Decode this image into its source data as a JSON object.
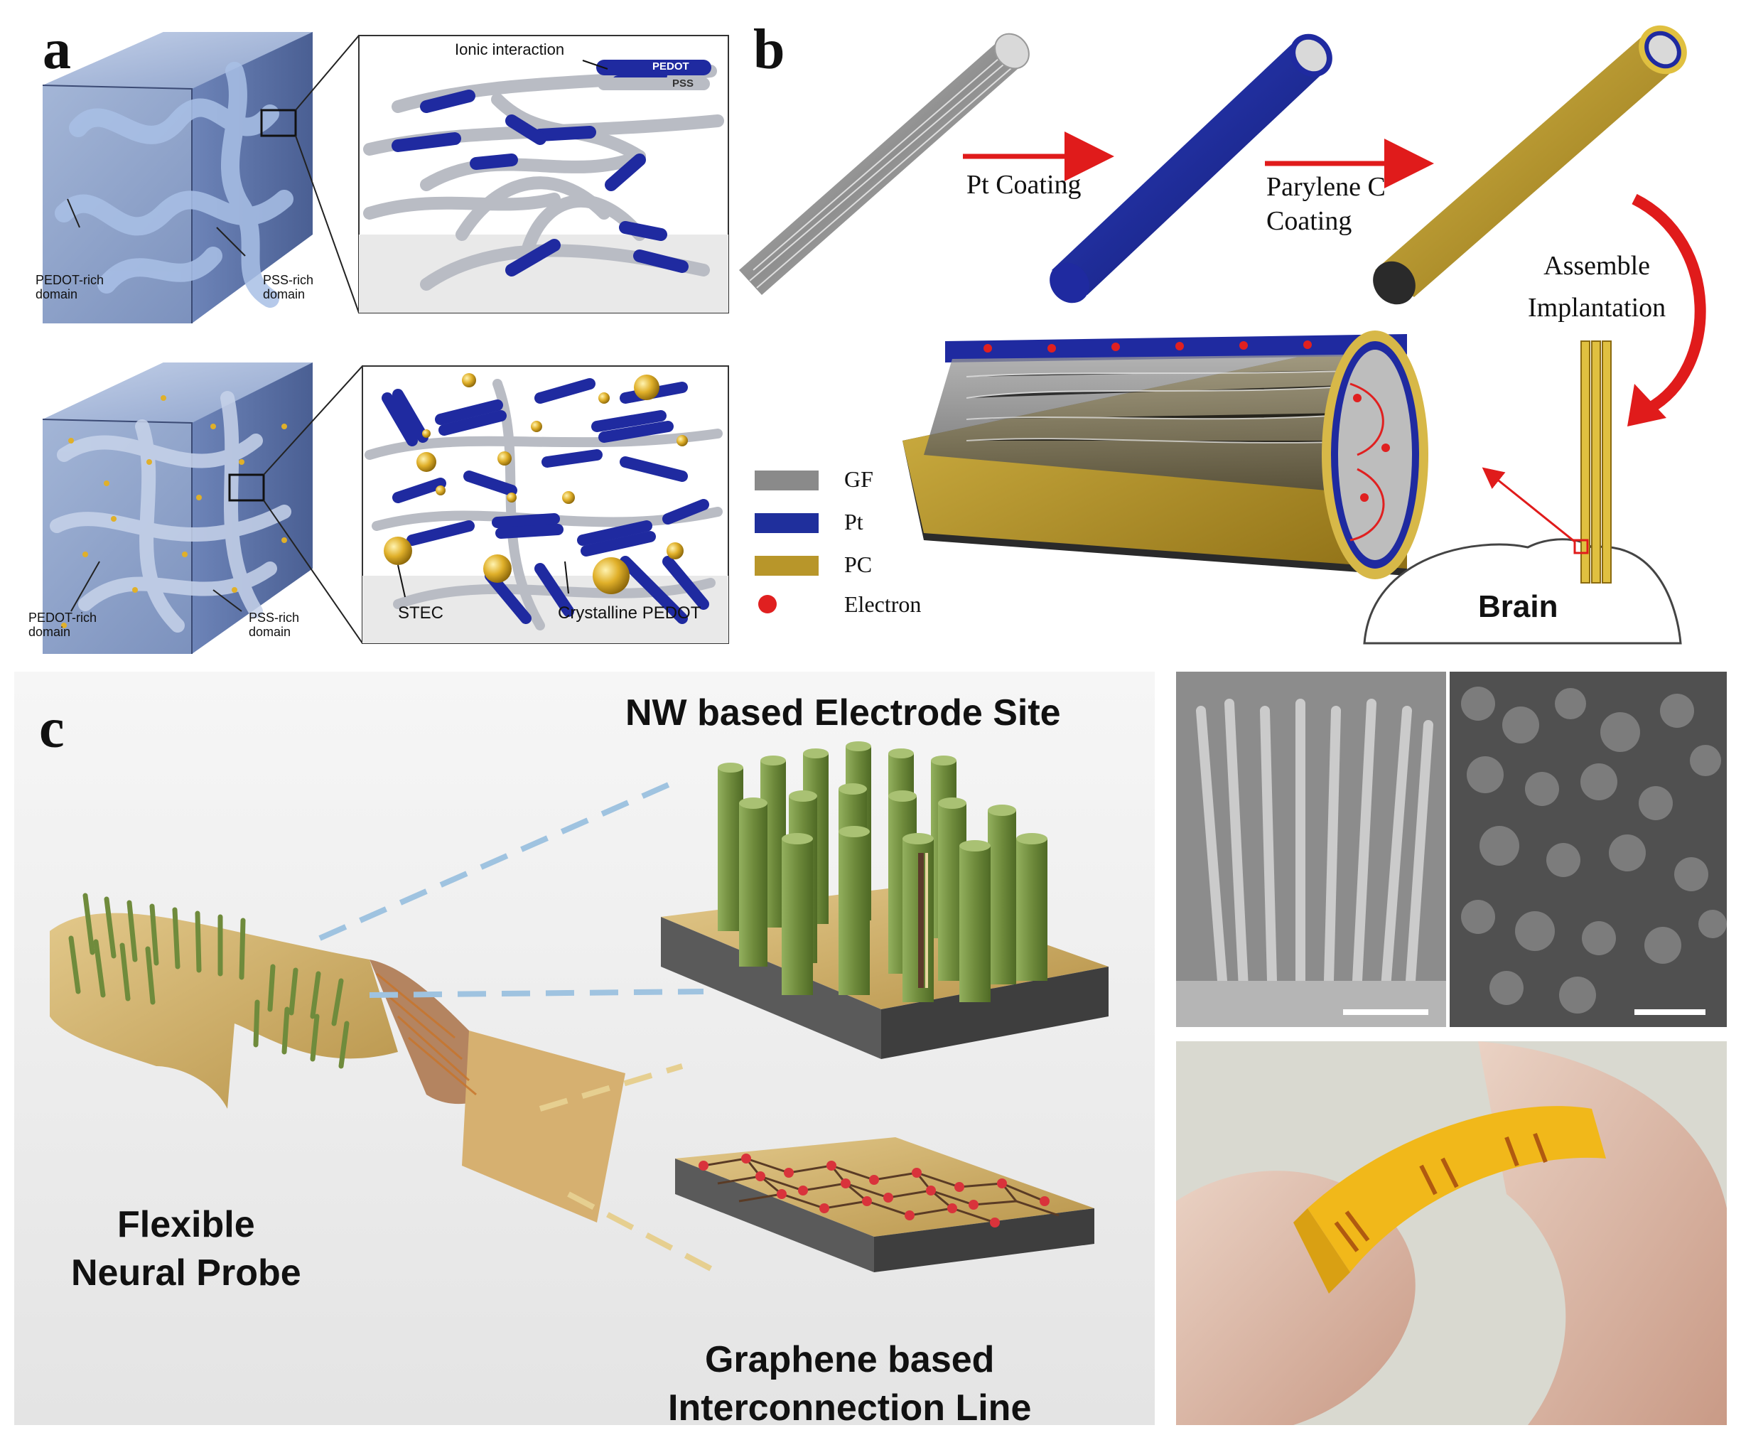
{
  "panel_labels": {
    "a": "a",
    "b": "b",
    "c": "c"
  },
  "panel_a": {
    "ionic_interaction": "Ionic interaction",
    "pedot_tag": "PEDOT",
    "pss_tag": "PSS",
    "top_cube": {
      "pedot_domain": "PEDOT-rich\ndomain",
      "pss_domain": "PSS-rich\ndomain"
    },
    "bottom_cube": {
      "pedot_domain": "PEDOT-rich\ndomain",
      "pss_domain": "PSS-rich\ndomain"
    },
    "stec": "STEC",
    "crystalline_pedot": "Crystalline PEDOT"
  },
  "panel_b": {
    "step1": "Pt Coating",
    "step2": "Parylene C\nCoating",
    "step3": "Assemble\nImplantation",
    "brain": "Brain",
    "legend": [
      {
        "label": "GF",
        "color": "#8a8a8a"
      },
      {
        "label": "Pt",
        "color": "#1f2f9c"
      },
      {
        "label": "PC",
        "color": "#b8962a"
      },
      {
        "label": "Electron",
        "color": "#e02020"
      }
    ]
  },
  "panel_c": {
    "nw_title": "NW based Electrode Site",
    "probe_label": "Flexible\nNeural Probe",
    "graphene_label": "Graphene based\nInterconnection Line"
  },
  "colors": {
    "pedot_blue": "#1f2aa0",
    "pss_gray": "#b9bcc4",
    "gold": "#b8962a",
    "nanowire_green": "#7d9a4a",
    "arrow_red": "#e01b1b"
  }
}
